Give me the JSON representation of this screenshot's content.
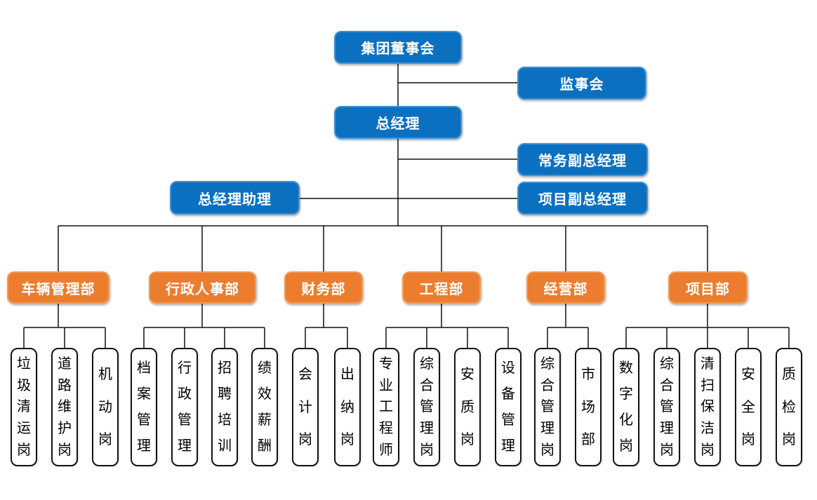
{
  "colors": {
    "executive_fill": "#0b70c0",
    "executive_border": "#4292d3",
    "department_fill": "#ec7d2e",
    "department_border": "#f39c55",
    "position_fill": "#ffffff",
    "position_border": "#141414",
    "line": "#111111",
    "text_light": "#ffffff",
    "text_dark": "#000000"
  },
  "executive": {
    "board": "集团董事会",
    "supervisory": "监事会",
    "gm": "总经理",
    "executive_deputy_gm": "常务副总经理",
    "gm_assistant": "总经理助理",
    "project_deputy_gm": "项目副总经理"
  },
  "departments": [
    {
      "label": "车辆管理部",
      "positions": [
        "垃圾清运岗",
        "道路维护岗",
        "机动岗"
      ]
    },
    {
      "label": "行政人事部",
      "positions": [
        "档案管理",
        "行政管理",
        "招聘培训",
        "绩效薪酬"
      ]
    },
    {
      "label": "财务部",
      "positions": [
        "会计岗",
        "出纳岗"
      ]
    },
    {
      "label": "工程部",
      "positions": [
        "专业工程师",
        "综合管理岗",
        "安质岗",
        "设备管理"
      ]
    },
    {
      "label": "经营部",
      "positions": [
        "综合管理岗",
        "市场部"
      ]
    },
    {
      "label": "项目部",
      "positions": [
        "数字化岗",
        "综合管理岗",
        "清扫保洁岗",
        "安全岗",
        "质检岗"
      ]
    }
  ]
}
